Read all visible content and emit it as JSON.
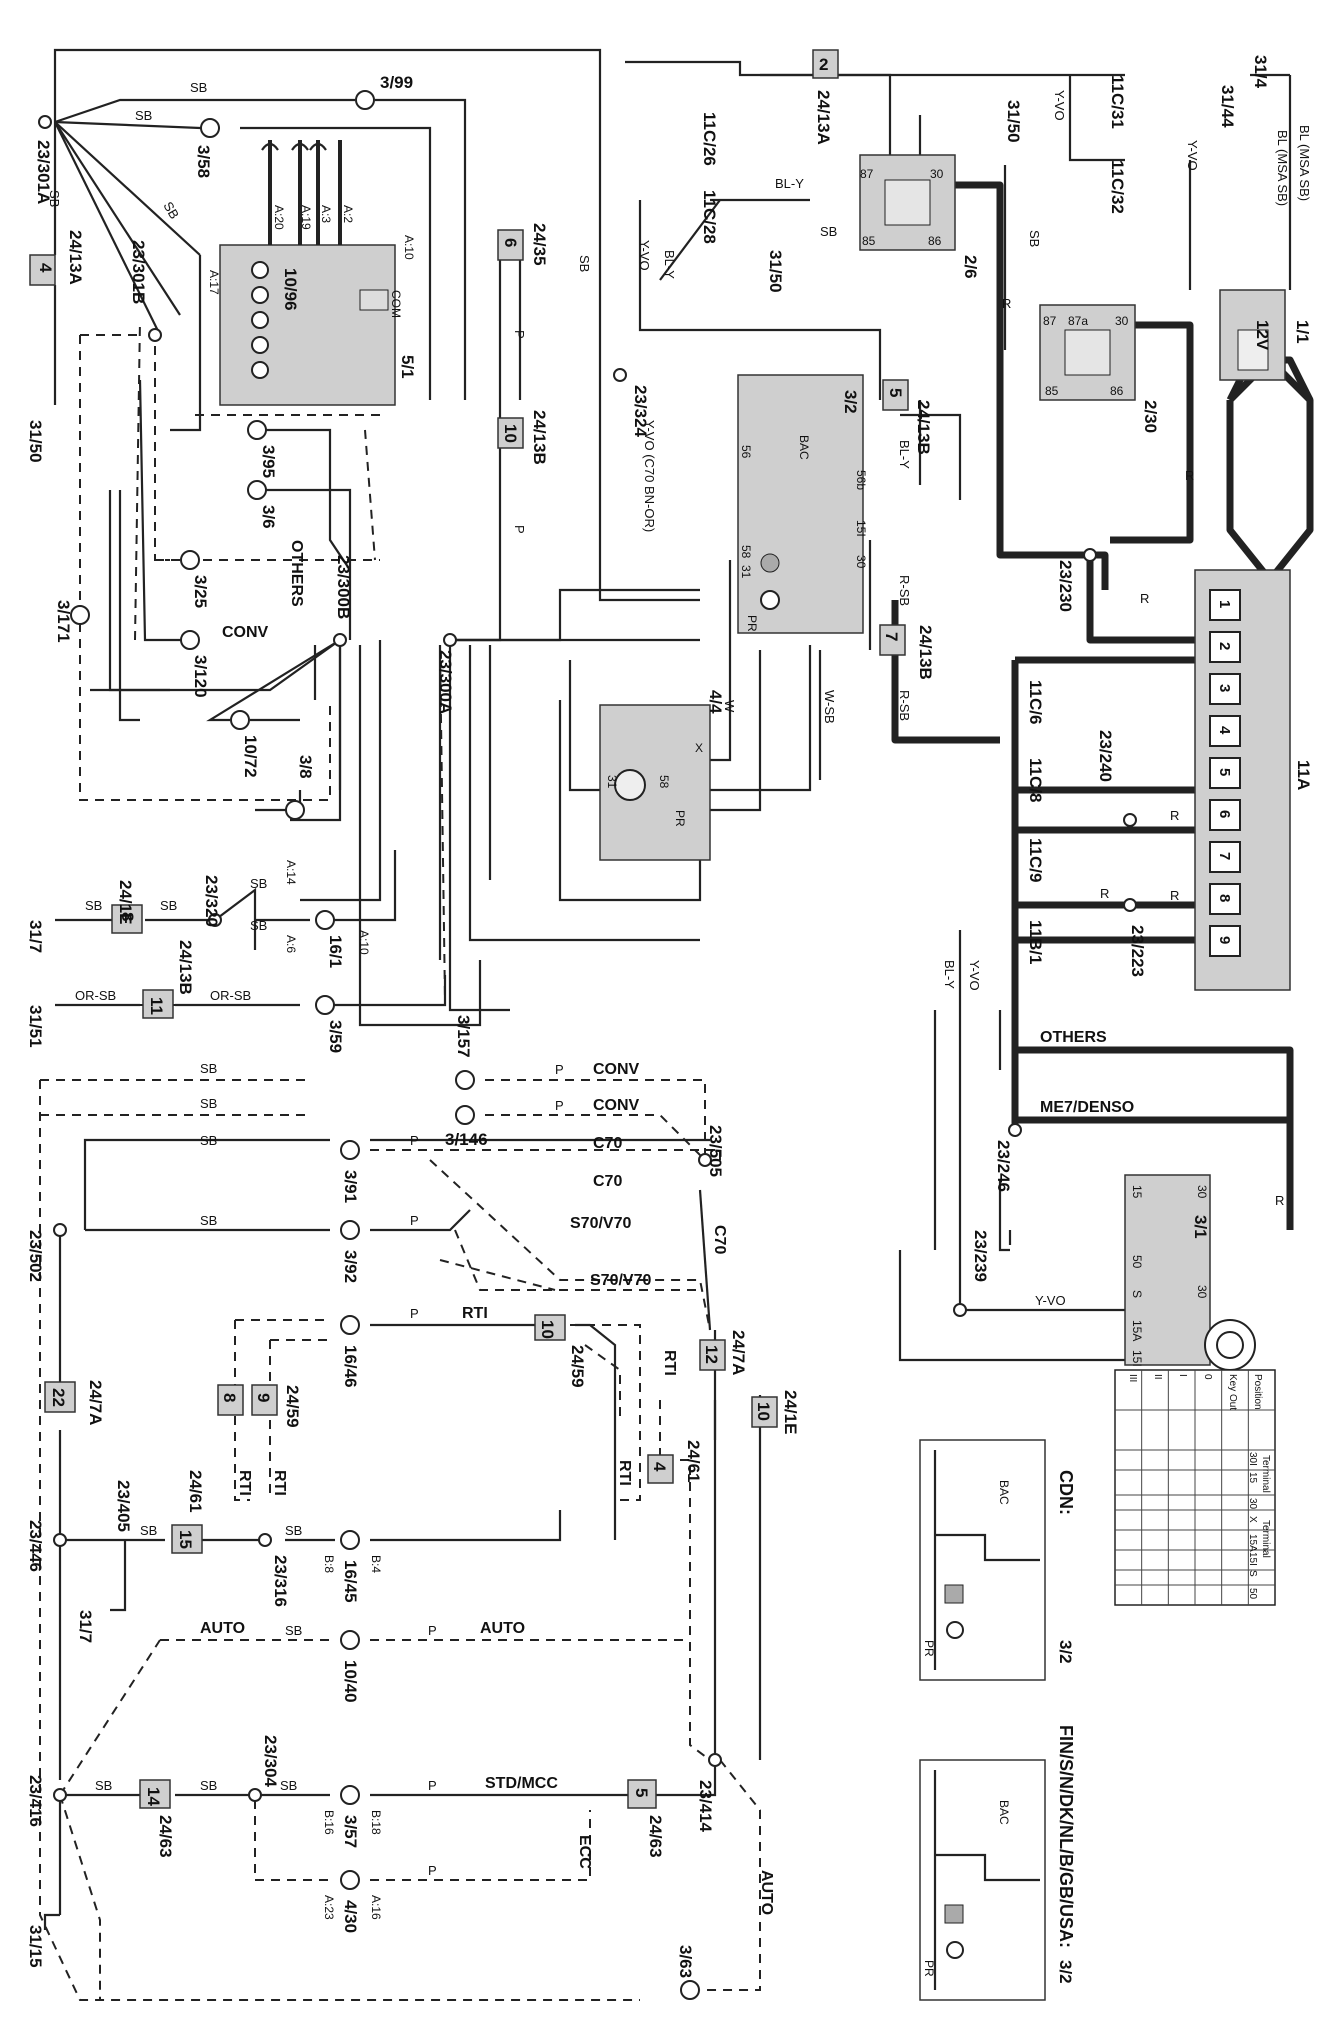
{
  "connectors": {
    "c23_301A": "23/301A",
    "c23_301B": "23/301B",
    "c24_13A_l": "24/13A",
    "c24_13A_t": "24/13A",
    "c4": "4",
    "c2": "2",
    "c31_50_a": "31/50",
    "c31_50_b": "31/50",
    "c31_50_c": "31/50",
    "c3_99": "3/99",
    "c3_58": "3/58",
    "c10_96": "10/96",
    "c5_1": "5/1",
    "c24_35": "24/35",
    "c6": "6",
    "c24_13B_a": "24/13B",
    "c10": "10",
    "c23_324": "23/324",
    "c11C_26": "11C/26",
    "c11C_28": "11C/28",
    "c11C_31": "11C/31",
    "c11C_32": "11C/32",
    "c31_4": "31/4",
    "c31_44": "31/44",
    "c2_6": "2/6",
    "c2_30": "2/30",
    "c1_1": "1/1",
    "c12V": "12V",
    "c24_13B_b": "24/13B",
    "c5": "5",
    "c3_2_top": "3/2",
    "c23_230": "23/230",
    "c11A": "11A",
    "c24_13B_c": "24/13B",
    "c7": "7",
    "c11C_6": "11C/6",
    "c11C_8": "11C/8",
    "c11C_9": "11C/9",
    "c11B_1": "11B/1",
    "c23_240": "23/240",
    "c23_223": "23/223",
    "c4_4": "4/4",
    "c3_95": "3/95",
    "c3_6": "3/6",
    "c23_300B": "23/300B",
    "c3_25": "3/25",
    "c3_171": "3/171",
    "c3_120": "3/120",
    "c23_300A": "23/300A",
    "c10_72": "10/72",
    "c3_8": "3/8",
    "c31_7_a": "31/7",
    "c24_1E_a": "24/1E",
    "c8": "8",
    "c23_320": "23/320",
    "c16_1": "16/1",
    "c24_13B_d": "24/13B",
    "c11": "11",
    "c31_51": "31/51",
    "c3_59": "3/59",
    "c3_157": "3/157",
    "c3_146": "3/146",
    "c23_505": "23/505",
    "c3_91": "3/91",
    "c3_92": "3/92",
    "c23_502": "23/502",
    "c23_246": "23/246",
    "c23_239": "23/239",
    "c3_1": "3/1",
    "c16_46": "16/46",
    "c24_59_a": "24/59",
    "c10b": "10",
    "c24_7A_a": "24/7A",
    "c12": "12",
    "c24_1E_b": "24/1E",
    "c10c": "10",
    "c24_59_b": "24/59",
    "c8b": "8",
    "c9": "9",
    "c24_61_a": "24/61",
    "c4b": "4",
    "c24_7A_b": "24/7A",
    "c22": "22",
    "c23_405": "23/405",
    "c24_61_b": "24/61",
    "c15": "15",
    "c23_316": "23/316",
    "c16_45": "16/45",
    "c23_446": "23/446",
    "c31_7_b": "31/7",
    "c10_40": "10/40",
    "c23_414": "23/414",
    "c23_416": "23/416",
    "c14": "14",
    "c24_63_a": "24/63",
    "c23_304": "23/304",
    "c3_57": "3/57",
    "c5b": "5",
    "c24_63_b": "24/63",
    "c4_30": "4/30",
    "c31_15": "31/15",
    "c3_63": "3/63",
    "c3_2_cdn": "3/2",
    "c3_2_fin": "3/2"
  },
  "wire_colors": {
    "sb": "SB",
    "p": "P",
    "r": "R",
    "bly": "BL-Y",
    "yvo": "Y-VO",
    "w": "W",
    "wsb": "W-SB",
    "rsb": "R-SB",
    "orsb": "OR-SB",
    "bl_msa": "BL (MSA SB)",
    "yvo_c70": "Y-VO (C70 BN-OR)",
    "bly2": "BL-Y"
  },
  "variants": {
    "others": "OTHERS",
    "conv": "CONV",
    "c70": "C70",
    "s70v70": "S70/V70",
    "rti": "RTI",
    "auto": "AUTO",
    "std_mcc": "STD/MCC",
    "ecc": "ECC",
    "me7": "ME7/DENSO",
    "cdn": "CDN:",
    "fin": "FIN/S/N/DK/NL/B/GB/USA:"
  },
  "pins": {
    "a20": "A:20",
    "a19": "A:19",
    "a3": "A:3",
    "a2": "A:2",
    "a10": "A:10",
    "a17": "A:17",
    "com": "COM",
    "a14": "A:14",
    "a6": "A:6",
    "a10b": "A:10",
    "b8": "B:8",
    "b4": "B:4",
    "b18": "B:18",
    "b16": "B:16",
    "a23": "A:23",
    "a16": "A:16",
    "n87": "87",
    "n30": "30",
    "n85": "85",
    "n86": "86",
    "n87a": "87a",
    "x": "X",
    "n58": "58",
    "n31": "31",
    "n56b": "56b",
    "n15l": "15I",
    "bac": "BAC",
    "pr": "PR",
    "n56": "56",
    "n15": "15",
    "n50": "50",
    "n15a": "15A",
    "s": "S"
  },
  "fuse_numbers": [
    "1",
    "2",
    "3",
    "4",
    "5",
    "6",
    "7",
    "8",
    "9"
  ],
  "ignition_table": {
    "header_position": "Position",
    "header_terminal": "Terminal",
    "header_keyout": "Key Out",
    "positions": [
      "0",
      "I",
      "II",
      "III"
    ],
    "terminals_1": [
      "30I",
      "15"
    ],
    "terminals_2": [
      "30",
      "X",
      "15A",
      "15I",
      "S",
      "50"
    ]
  }
}
